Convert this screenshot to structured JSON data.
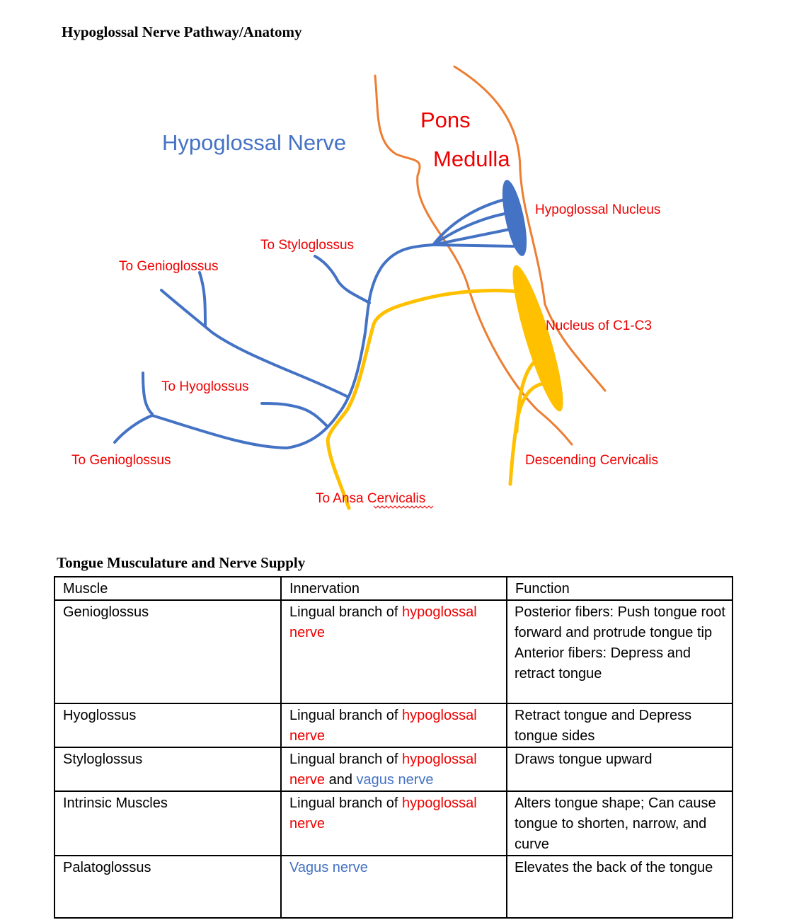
{
  "diagram": {
    "heading": "Hypoglossal Nerve Pathway/Anatomy",
    "title_label": "Hypoglossal Nerve",
    "labels": {
      "pons": "Pons",
      "medulla": "Medulla",
      "hypoglossal_nucleus": "Hypoglossal Nucleus",
      "nucleus_c1_c3": "Nucleus of C1-C3",
      "to_styloglossus": "To Styloglossus",
      "to_genioglossus_upper": "To Genioglossus",
      "to_hyoglossus": "To Hyoglossus",
      "to_genioglossus_lower": "To Genioglossus",
      "to_ansa_cervicalis": "To Ansa Cervicalis",
      "descending_cervicalis": "Descending Cervicalis"
    },
    "colors": {
      "nerve": "#4472c4",
      "cervical": "#ffc000",
      "brainstem": "#ed7d31",
      "label": "#ee0000"
    }
  },
  "table": {
    "heading": "Tongue Musculature and Nerve Supply",
    "columns": [
      "Muscle",
      "Innervation",
      "Function"
    ],
    "rows": [
      {
        "muscle": "Genioglossus",
        "innervation": {
          "prefix": "Lingual branch of ",
          "nerve": "hypoglossal nerve"
        },
        "function": [
          "Posterior fibers: Push tongue root forward and protrude tongue tip",
          "Anterior fibers: Depress and retract tongue"
        ]
      },
      {
        "muscle": "Hyoglossus",
        "innervation": {
          "prefix": "Lingual branch of ",
          "nerve": "hypoglossal nerve"
        },
        "function": [
          "Retract tongue and Depress tongue sides"
        ]
      },
      {
        "muscle": "Styloglossus",
        "innervation": {
          "prefix": "Lingual branch of ",
          "nerve": "hypoglossal nerve",
          "joiner": " and ",
          "nerve2": "vagus nerve"
        },
        "function": [
          "Draws tongue upward"
        ]
      },
      {
        "muscle": "Intrinsic Muscles",
        "innervation": {
          "prefix": "Lingual branch of ",
          "nerve": "hypoglossal nerve"
        },
        "function": [
          "Alters tongue shape; Can cause tongue to shorten, narrow, and curve"
        ]
      },
      {
        "muscle": "Palatoglossus",
        "innervation": {
          "nerve2": "Vagus nerve"
        },
        "function": [
          "Elevates the back of the tongue"
        ]
      }
    ]
  }
}
